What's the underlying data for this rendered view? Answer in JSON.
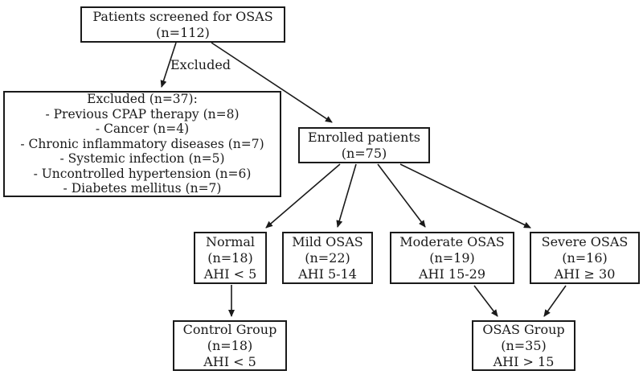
{
  "diagram": {
    "type": "flowchart",
    "colors": {
      "background": "#ffffff",
      "box_border": "#1a1a1a",
      "text": "#1a1a1a",
      "arrow": "#1a1a1a"
    },
    "edge_labels": {
      "excluded": "Excluded"
    },
    "nodes": {
      "screened": {
        "lines": [
          "Patients screened for OSAS",
          "(n=112)"
        ]
      },
      "excluded": {
        "lines": [
          "Excluded (n=37):",
          "- Previous CPAP therapy (n=8)",
          "- Cancer (n=4)",
          "- Chronic inflammatory diseases (n=7)",
          "- Systemic infection (n=5)",
          "- Uncontrolled hypertension (n=6)",
          "- Diabetes mellitus (n=7)"
        ]
      },
      "enrolled": {
        "lines": [
          "Enrolled patients",
          "(n=75)"
        ]
      },
      "normal": {
        "lines": [
          "Normal",
          "(n=18)",
          "AHI < 5"
        ]
      },
      "mild": {
        "lines": [
          "Mild OSAS",
          "(n=22)",
          "AHI 5-14"
        ]
      },
      "moderate": {
        "lines": [
          "Moderate OSAS",
          "(n=19)",
          "AHI 15-29"
        ]
      },
      "severe": {
        "lines": [
          "Severe OSAS",
          "(n=16)",
          "AHI ≥ 30"
        ]
      },
      "control": {
        "lines": [
          "Control Group",
          "(n=18)",
          "AHI < 5"
        ]
      },
      "osas_group": {
        "lines": [
          "OSAS Group",
          "(n=35)",
          "AHI > 15"
        ]
      }
    }
  }
}
